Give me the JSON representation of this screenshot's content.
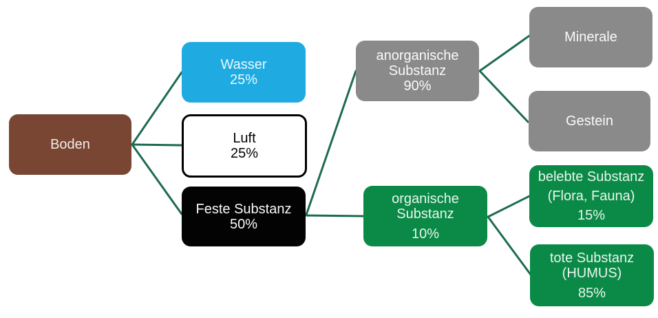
{
  "colors": {
    "brown": "#784632",
    "blue": "#1FABE2",
    "gray": "#8A8A8A",
    "green": "#0B8A47",
    "black": "#030303",
    "line": "#1D6B4F"
  },
  "nodes": {
    "boden": {
      "lines": [
        "Boden"
      ]
    },
    "wasser": {
      "lines": [
        "Wasser",
        "25%"
      ]
    },
    "luft": {
      "lines": [
        "Luft",
        "25%"
      ]
    },
    "feste": {
      "lines": [
        "Feste Substanz",
        "50%"
      ]
    },
    "anorganische": {
      "lines": [
        "anorganische",
        "Substanz",
        "90%"
      ]
    },
    "organische": {
      "lines": [
        "organische",
        "Substanz",
        "10%"
      ]
    },
    "minerale": {
      "lines": [
        "Minerale"
      ]
    },
    "gestein": {
      "lines": [
        "Gestein"
      ]
    },
    "belebte": {
      "lines": [
        "belebte Substanz",
        "(Flora, Fauna)",
        "15%"
      ]
    },
    "tote": {
      "lines": [
        "tote Substanz",
        "(HUMUS)",
        "85%"
      ]
    }
  },
  "edges": [
    {
      "from": "Boden",
      "to": "Wasser"
    },
    {
      "from": "Boden",
      "to": "Luft"
    },
    {
      "from": "Boden",
      "to": "Feste Substanz"
    },
    {
      "from": "Feste Substanz",
      "to": "anorganische Substanz"
    },
    {
      "from": "Feste Substanz",
      "to": "organische Substanz"
    },
    {
      "from": "anorganische Substanz",
      "to": "Minerale"
    },
    {
      "from": "anorganische Substanz",
      "to": "Gestein"
    },
    {
      "from": "organische Substanz",
      "to": "belebte Substanz (Flora, Fauna)"
    },
    {
      "from": "organische Substanz",
      "to": "tote Substanz (HUMUS)"
    }
  ]
}
